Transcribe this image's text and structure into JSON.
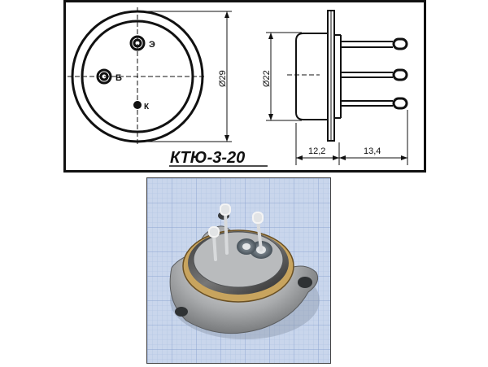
{
  "drawing": {
    "model": "КТЮ-3-20",
    "pins": {
      "emitter": "Э",
      "base": "Б",
      "collector": "К"
    },
    "dimensions": {
      "flange_diameter": "Ø29",
      "can_diameter": "Ø22",
      "body_length": "12,2",
      "lead_length": "13,4"
    }
  },
  "colors": {
    "line": "#111111",
    "photo_grid_bg": "#c9d6ec",
    "photo_grid_line": "#9fb4da",
    "metal": "#b8b9ba",
    "gold": "#9a7b3c"
  }
}
